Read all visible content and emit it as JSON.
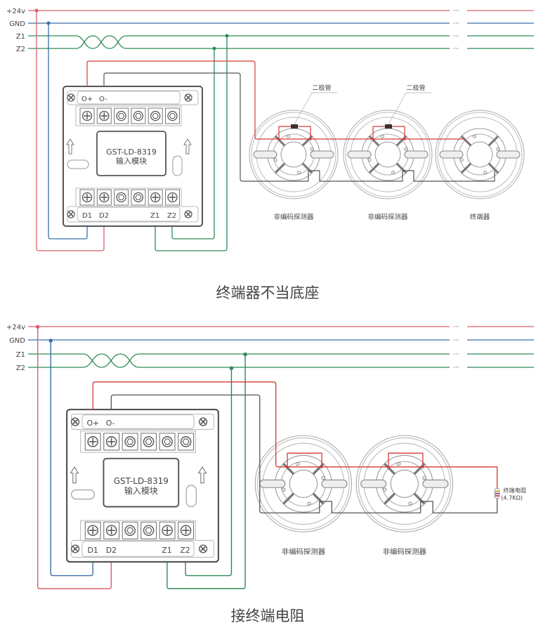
{
  "colors": {
    "v24": "#d9606a",
    "gnd": "#3a6fa8",
    "zone": "#2e8b57",
    "signal": "#666666",
    "redline": "#d33a3a"
  },
  "bus_labels": [
    "+24v",
    "GND",
    "Z1",
    "Z2"
  ],
  "bus_ellipsis": "···",
  "module": {
    "model": "GST-LD-8319",
    "name": "输入模块",
    "top_terminals": [
      "O+",
      "O-"
    ],
    "bottom_terminals": [
      "D1",
      "D2",
      "Z1",
      "Z2"
    ]
  },
  "panels": [
    {
      "title": "终端器不当底座",
      "diode_label": "二极管",
      "devices": [
        "非编码探测器",
        "非编码探测器",
        "终端器"
      ]
    },
    {
      "title": "接终端电阻",
      "devices": [
        "非编码探测器",
        "非编码探测器"
      ],
      "resistor_label": "终端电阻",
      "resistor_value": "(4.7KΩ)"
    }
  ]
}
